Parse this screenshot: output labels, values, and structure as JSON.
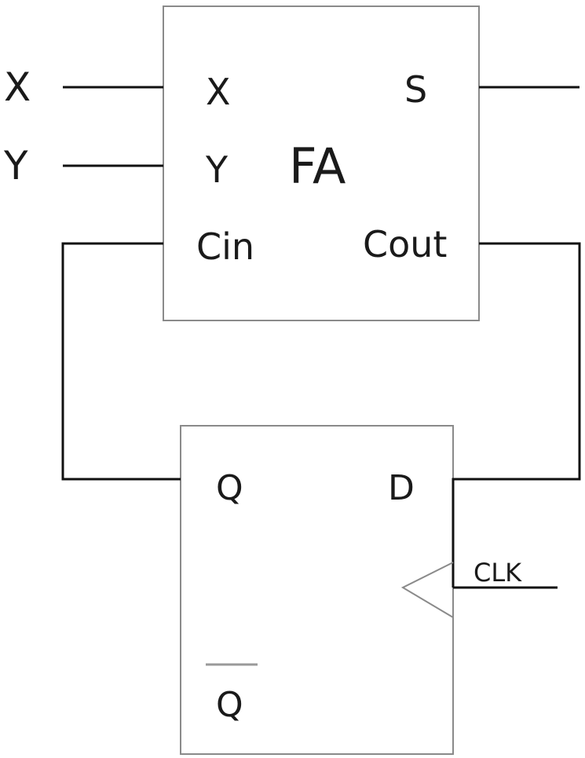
{
  "external_inputs": {
    "x": "X",
    "y": "Y"
  },
  "full_adder": {
    "name": "FA",
    "pin_x": "X",
    "pin_y": "Y",
    "pin_cin": "Cin",
    "pin_s": "S",
    "pin_cout": "Cout"
  },
  "flip_flop": {
    "pin_q": "Q",
    "pin_d": "D",
    "pin_qbar": "Q",
    "clock_label": "CLK"
  }
}
